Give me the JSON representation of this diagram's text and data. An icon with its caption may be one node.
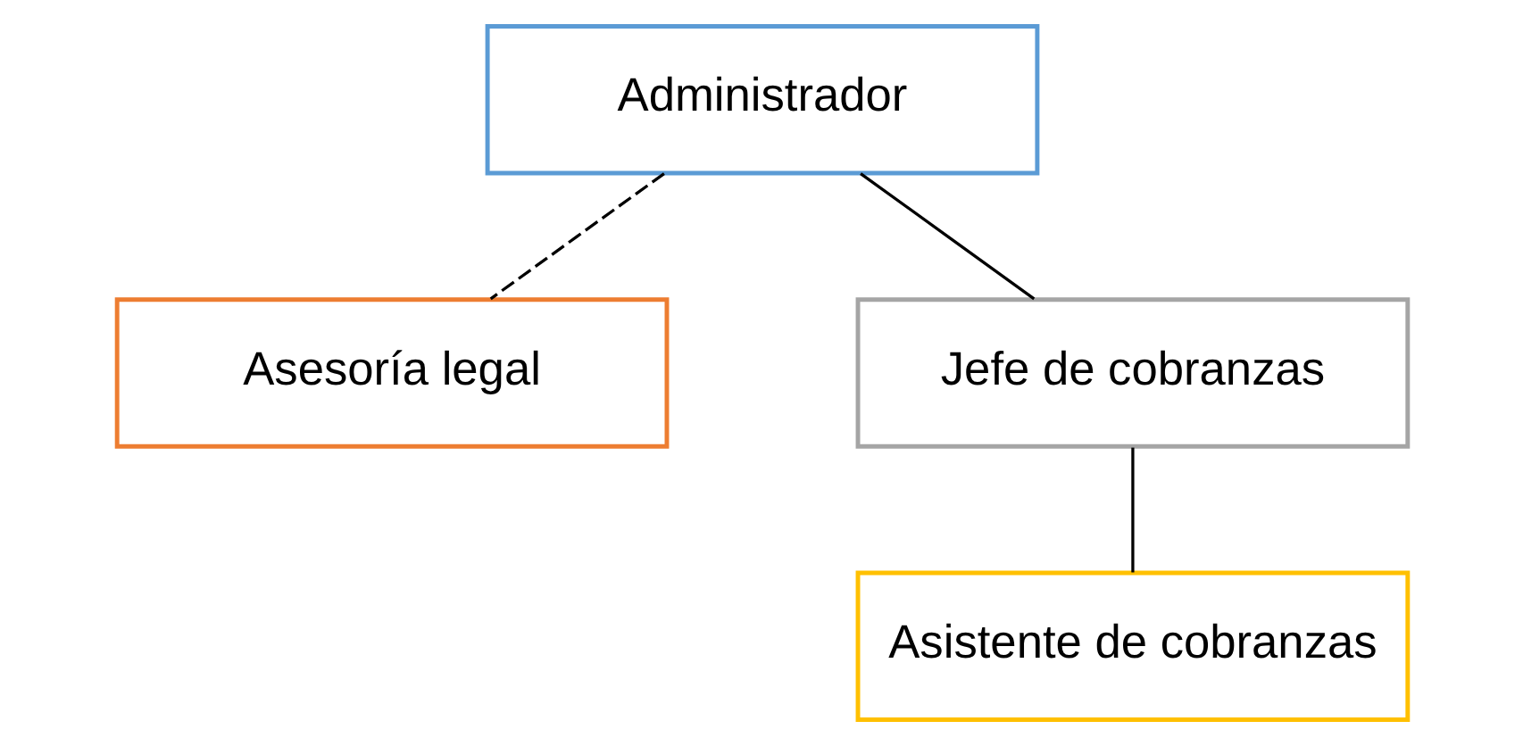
{
  "diagram": {
    "nodes": [
      {
        "text": [
          "Administrador"
        ]
      },
      {
        "text": [
          "Asesoría legal"
        ]
      },
      {
        "text": [
          "Jefe de cobranzas"
        ]
      },
      {
        "text": [
          "Asistente de cobranzas"
        ]
      }
    ],
    "edges": [
      {
        "from": 0,
        "to": 2,
        "arrow": "none"
      },
      {
        "from": 0,
        "to": 1,
        "arrow": "none",
        "style": "dashed"
      },
      {
        "from": 2,
        "to": 3,
        "arrow": "none"
      }
    ]
  }
}
